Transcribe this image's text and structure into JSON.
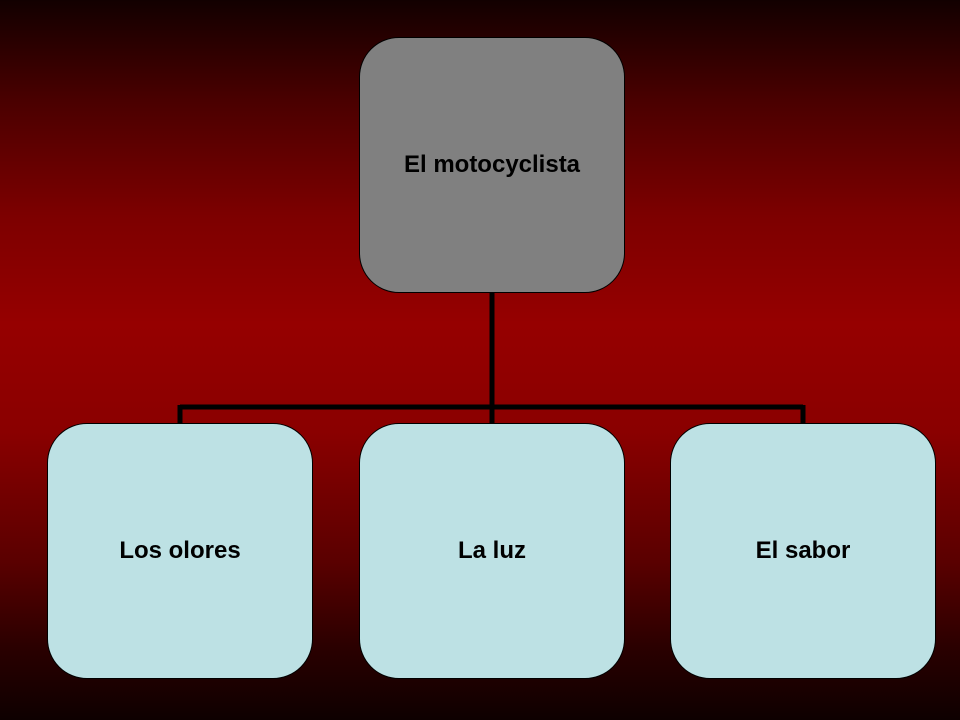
{
  "diagram": {
    "type": "hierarchy",
    "root": {
      "label": "El motocyclista"
    },
    "children": [
      {
        "label": "Los olores"
      },
      {
        "label": "La luz"
      },
      {
        "label": "El sabor"
      }
    ]
  },
  "colors": {
    "background_center": "#960000",
    "background_edge": "#0e0000",
    "root_fill": "#808080",
    "child_fill": "#bde1e4",
    "connector": "#000000",
    "text": "#000000"
  }
}
